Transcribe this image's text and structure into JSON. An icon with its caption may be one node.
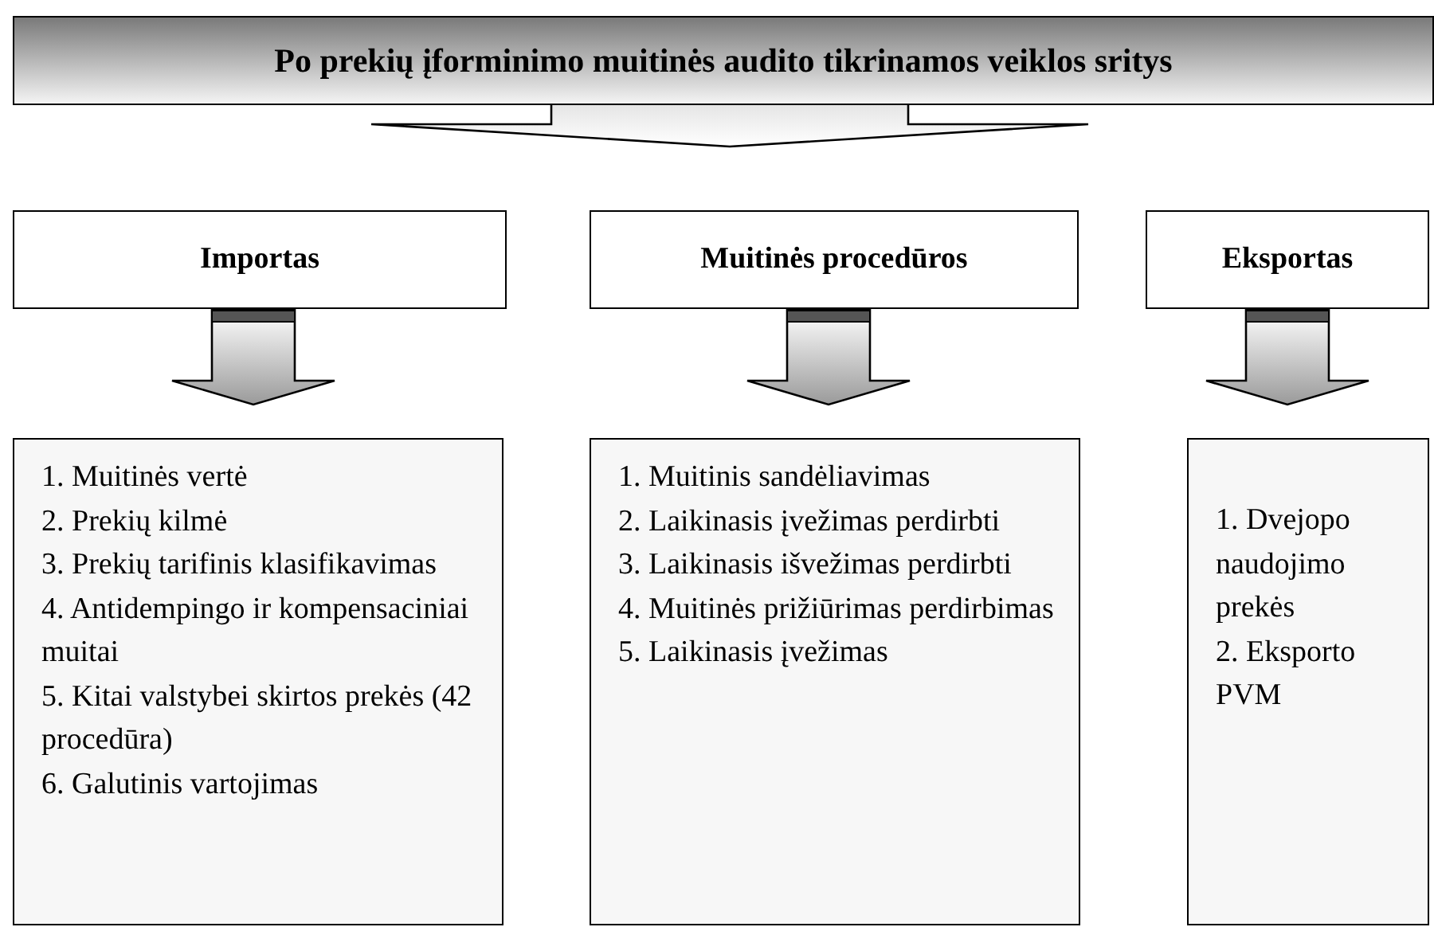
{
  "diagram": {
    "nodes": [
      {
        "text": [
          "Po prekių įforminimo muitinės audito tikrinamos veiklos sritys"
        ]
      },
      {
        "text": [
          "Importas"
        ]
      },
      {
        "text": [
          "Muitinės procedūros"
        ]
      },
      {
        "text": [
          "Eksportas"
        ]
      },
      {
        "text": [
          "1. Muitinės vertė",
          "2. Prekių kilmė",
          "3. Prekių tarifinis klasifikavimas",
          "4. Antidempingo ir kompensaciniai muitai",
          "5. Kitai valstybei skirtos prekės (42 procedūra)",
          "6. Galutinis vartojimas"
        ]
      },
      {
        "text": [
          "1. Muitinis sandėliavimas",
          "2. Laikinasis įvežimas perdirbti",
          "3. Laikinasis išvežimas perdirbti",
          "4. Muitinės prižiūrimas perdirbimas",
          "5. Laikinasis įvežimas"
        ]
      },
      {
        "text": [
          "1. Dvejopo naudojimo prekės",
          "2. Eksporto PVM"
        ]
      }
    ],
    "edges": [
      {
        "from": 0,
        "to": null,
        "arrow": "to"
      },
      {
        "from": 1,
        "to": 4,
        "arrow": "to"
      },
      {
        "from": 2,
        "to": 5,
        "arrow": "to"
      },
      {
        "from": 3,
        "to": 6,
        "arrow": "to"
      }
    ]
  }
}
